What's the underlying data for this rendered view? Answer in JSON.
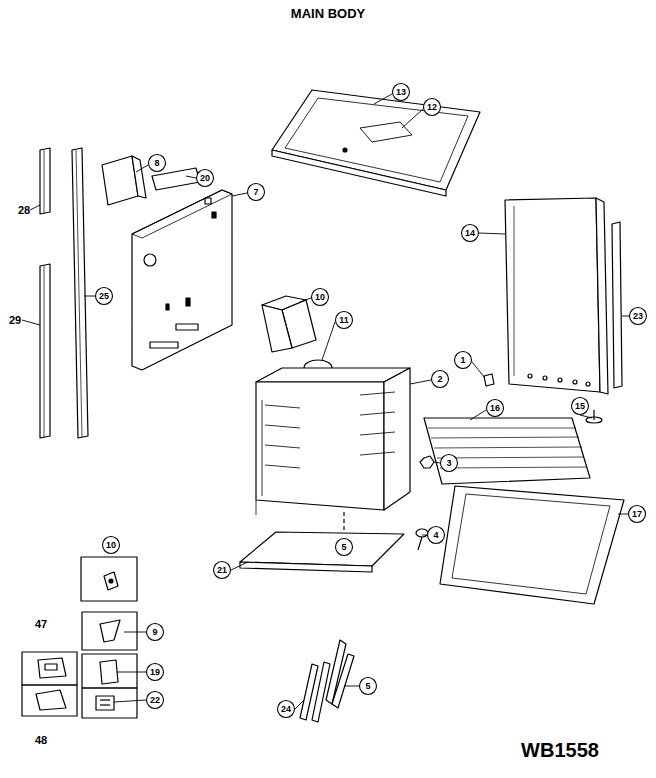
{
  "diagram": {
    "title": "MAIN BODY",
    "labels": [
      "13",
      "12",
      "8",
      "20",
      "7",
      "28",
      "25",
      "29",
      "10",
      "11",
      "14",
      "23",
      "1",
      "2",
      "16",
      "15",
      "3",
      "4",
      "17",
      "5",
      "21",
      "10",
      "9",
      "47",
      "19",
      "22",
      "48",
      "24",
      "5",
      "WB1558"
    ]
  }
}
